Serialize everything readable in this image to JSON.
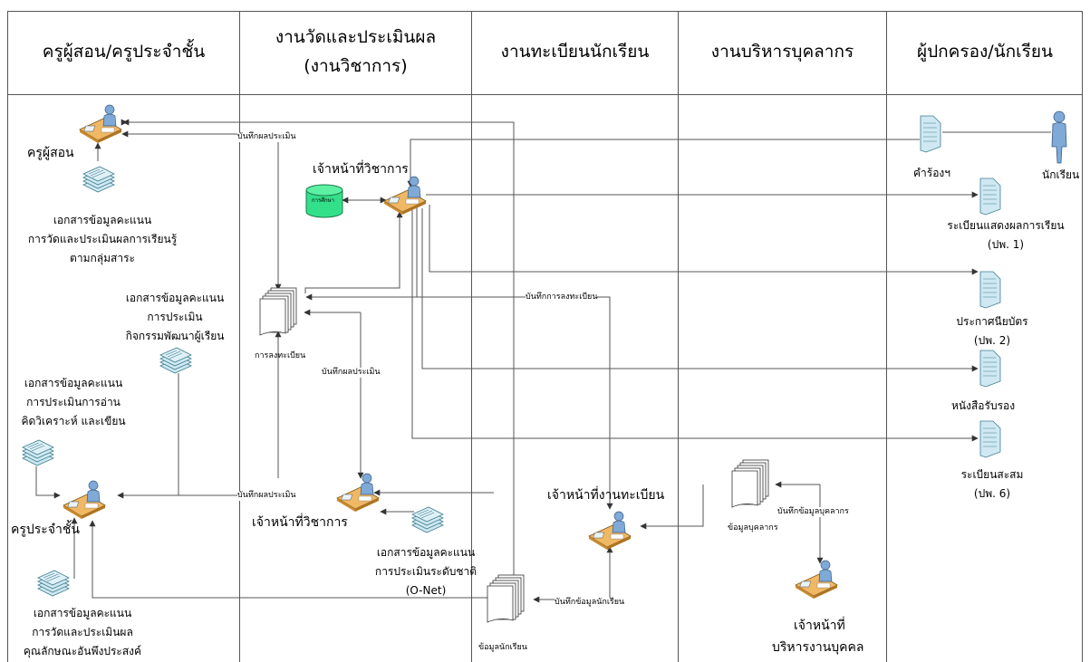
{
  "lanes": [
    {
      "title": "ครูผู้สอน/ครูประจำชั้น"
    },
    {
      "title": "งานวัดและประเมินผล\n(งานวิชาการ)"
    },
    {
      "title": "งานทะเบียนนักเรียน"
    },
    {
      "title": "งานบริหารบุคลากร"
    },
    {
      "title": "ผู้ปกครอง/นักเรียน"
    }
  ],
  "actors": {
    "teacher": "ครูผู้สอน",
    "homeroom": "ครูประจำชั้น",
    "academic_officer_top": "เจ้าหน้าที่วิชาการ",
    "academic_officer_bottom": "เจ้าหน้าที่วิชาการ",
    "registrar": "เจ้าหน้าที่งานทะเบียน",
    "hr_officer_1": "เจ้าหน้าที่",
    "hr_officer_2": "บริหารงานบุคคล",
    "student": "นักเรียน"
  },
  "documents": {
    "scores_subject": [
      "เอกสารข้อมูลคะแนน",
      "การวัดและประเมินผลการเรียนรู้",
      "ตามกลุ่มสาระ"
    ],
    "scores_activity": [
      "เอกสารข้อมูลคะแนน",
      "การประเมิน",
      "กิจกรรมพัฒนาผู้เรียน"
    ],
    "scores_reading": [
      "เอกสารข้อมูลคะแนน",
      "การประเมินการอ่าน",
      "คิดวิเคราะห์ และเขียน"
    ],
    "scores_character": [
      "เอกสารข้อมูลคะแนน",
      "การวัดและประเมินผล",
      "คุณลักษณะอันพึงประสงค์"
    ],
    "scores_onet": [
      "เอกสารข้อมูลคะแนน",
      "การประเมินระดับชาติ",
      "(O-Net)"
    ],
    "request": "คำร้องฯ",
    "transcript": [
      "ระเบียนแสดงผลการเรียน",
      "(ปพ. 1)"
    ],
    "certificate": [
      "ประกาศนียบัตร",
      "(ปพ. 2)"
    ],
    "letter": "หนังสือรับรอง",
    "cumulative": [
      "ระเบียนสะสม",
      "(ปพ. 6)"
    ]
  },
  "stores": {
    "database": "การศึกษา",
    "registration": "การลงทะเบียน",
    "student_data": "ข้อมูลนักเรียน",
    "personnel_data": "ข้อมูลบุคลากร"
  },
  "edge_labels": {
    "record_eval_top": "บันทึกผลประเมิน",
    "record_eval_mid": "บันทึกผลประเมิน",
    "record_eval_bottom": "บันทึกผลประเมิน",
    "record_registration": "บันทึกการลงทะเบียน",
    "record_student": "บันทึกข้อมูลนักเรียน",
    "record_personnel": "บันทึกข้อมูลบุคลากร"
  },
  "colors": {
    "desk": "#f0b864",
    "person": "#7fa9d6",
    "doc_fill": "#cfe8f2",
    "doc_stroke": "#3e7f8f",
    "db_fill": "#33e08a",
    "line": "#555555"
  }
}
